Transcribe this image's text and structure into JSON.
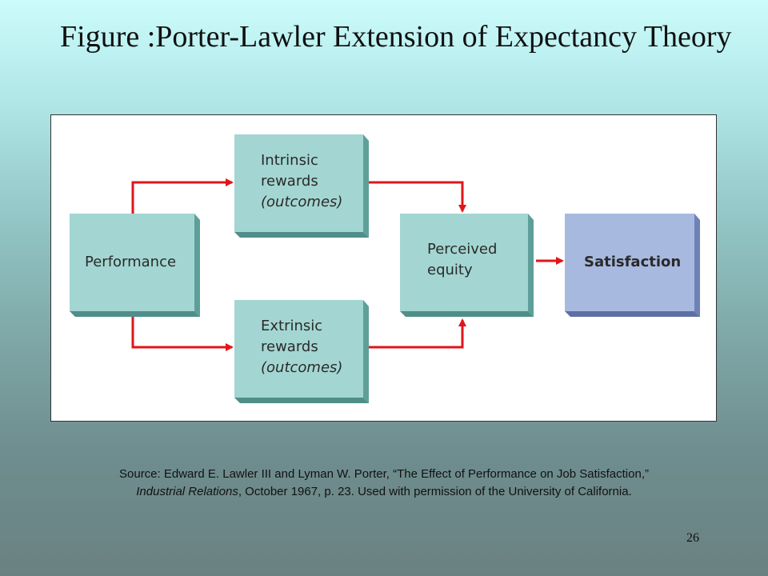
{
  "slide": {
    "title": "Figure :Porter-Lawler Extension of Expectancy Theory",
    "page_number": "26"
  },
  "diagram": {
    "nodes": {
      "performance": {
        "label": "Performance"
      },
      "intrinsic": {
        "line1": "Intrinsic",
        "line2": "rewards",
        "line3": "(outcomes)"
      },
      "extrinsic": {
        "line1": "Extrinsic",
        "line2": "rewards",
        "line3": "(outcomes)"
      },
      "equity": {
        "line1": "Perceived",
        "line2": "equity"
      },
      "satisfaction": {
        "label": "Satisfaction"
      }
    },
    "colors": {
      "box_fill": "#a3d6d2",
      "box_side": "#5f9f9a",
      "satisfaction_fill": "#a8b9e0",
      "satisfaction_side": "#6f82b5",
      "arrow": "#e0151b"
    }
  },
  "source": {
    "line1": "Source: Edward E. Lawler III and Lyman W. Porter, “The Effect of Performance on Job Satisfaction,”",
    "line2_italic": "Industrial Relations",
    "line2_rest": ", October 1967, p. 23. Used with permission of the University of California."
  }
}
